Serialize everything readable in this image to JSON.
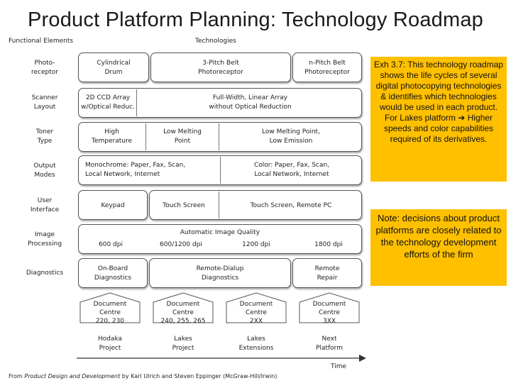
{
  "title": "Product Platform Planning: Technology Roadmap",
  "headers": {
    "functional": "Functional Elements",
    "technologies": "Technologies"
  },
  "rows": [
    {
      "label": "Photo-\nreceptor",
      "cells": [
        "Cylindrical\nDrum",
        "3-Pitch Belt\nPhotoreceptor",
        "n-Pitch Belt\nPhotoreceptor"
      ]
    },
    {
      "label": "Scanner\nLayout",
      "cells": [
        "2D CCD Array\nw/Optical Reduc.",
        "Full-Width, Linear Array\nwithout Optical Reduction"
      ]
    },
    {
      "label": "Toner\nType",
      "cells": [
        "High\nTemperature",
        "Low Melting\nPoint",
        "Low Melting Point,\nLow Emission"
      ]
    },
    {
      "label": "Output\nModes",
      "cells": [
        "Monochrome: Paper, Fax, Scan,\nLocal Network, Internet",
        "Color: Paper, Fax, Scan,\nLocal Network, Internet"
      ]
    },
    {
      "label": "User\nInterface",
      "cells": [
        "Keypad",
        "Touch Screen",
        "Touch Screen, Remote PC"
      ]
    },
    {
      "label": "Image\nProcessing",
      "top": "Automatic Image Quality",
      "cells": [
        "600 dpi",
        "600/1200 dpi",
        "1200 dpi",
        "1800 dpi"
      ]
    },
    {
      "label": "Diagnostics",
      "cells": [
        "On-Board\nDiagnostics",
        "Remote-Dialup\nDiagnostics",
        "Remote\nRepair"
      ]
    }
  ],
  "platforms": [
    {
      "name": "Document\nCentre\n220, 230",
      "project": "Hodaka\nProject"
    },
    {
      "name": "Document\nCentre\n240, 255, 265",
      "project": "Lakes\nProject"
    },
    {
      "name": "Document\nCentre\n2XX",
      "project": "Lakes\nExtensions"
    },
    {
      "name": "Document\nCentre\n3XX",
      "project": "Next\nPlatform"
    }
  ],
  "time_label": "Time",
  "footer": {
    "prefix": "From ",
    "book": "Product Design and Development",
    "suffix": " by Karl Ulrich and Steven Eppinger (McGraw-Hill/Irwin)"
  },
  "notes": [
    "Exh 3.7: This technology roadmap shows the life cycles of several digital photocopying technologies & identifies which technologies would be used in each product. For Lakes platform ➔ Higher speeds and color capabilities required of its derivatives.",
    "Note: decisions about product platforms are closely related to the technology development efforts of the firm"
  ],
  "colors": {
    "note_bg": "#ffc000"
  }
}
